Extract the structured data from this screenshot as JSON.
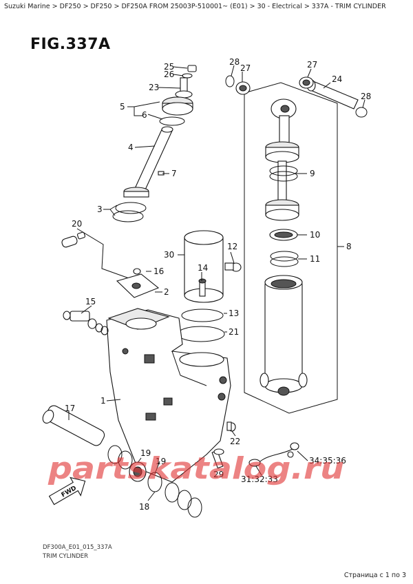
{
  "breadcrumb": "Suzuki Marine > DF250 > DF250 > DF250A FROM 25003P-510001~ (E01) > 30 - Electrical > 337A - TRIM CYLINDER",
  "figure_title": "FIG.337A",
  "figure_code": "DF300A_E01_015_337A",
  "figure_caption": "TRIM CYLINDER",
  "watermark": "partskatalog.ru",
  "pagination": "Страница с 1 по 3",
  "fwd_label": "FWD",
  "callouts": {
    "c1": "1",
    "c2": "2",
    "c3": "3",
    "c4": "4",
    "c5": "5",
    "c6": "6",
    "c7": "7",
    "c8": "8",
    "c9": "9",
    "c10": "10",
    "c11": "11",
    "c12": "12",
    "c13": "13",
    "c14": "14",
    "c15": "15",
    "c16": "16",
    "c17": "17",
    "c18": "18",
    "c19a": "19",
    "c19b": "19",
    "c20": "20",
    "c21": "21",
    "c22": "22",
    "c23": "23",
    "c24": "24",
    "c25": "25",
    "c26": "26",
    "c27a": "27",
    "c27b": "27",
    "c28a": "28",
    "c28b": "28",
    "c29": "29",
    "c30": "30",
    "c313233": "31:32:33",
    "c343536": "34:35:36"
  },
  "colors": {
    "line": "#111111",
    "watermark": "#e03030"
  }
}
